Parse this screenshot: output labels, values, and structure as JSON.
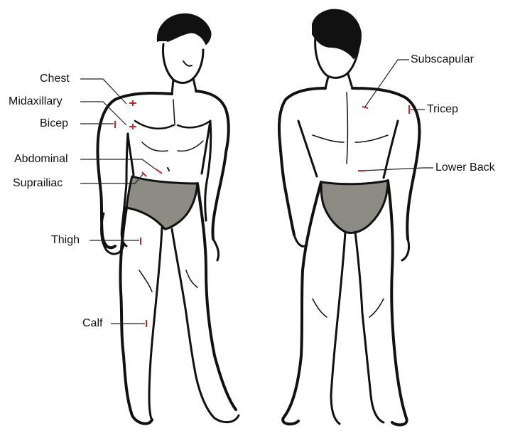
{
  "labels": {
    "chest": "Chest",
    "midaxillary": "Midaxillary",
    "bicep": "Bicep",
    "abdominal": "Abdominal",
    "suprailiac": "Suprailiac",
    "thigh": "Thigh",
    "calf": "Calf",
    "subscapular": "Subscapular",
    "tricep": "Tricep",
    "lower_back": "Lower Back"
  },
  "colors": {
    "ink": "#111111",
    "briefs": "#8c8c84",
    "marker": "#c0282c",
    "leader": "#222222"
  }
}
